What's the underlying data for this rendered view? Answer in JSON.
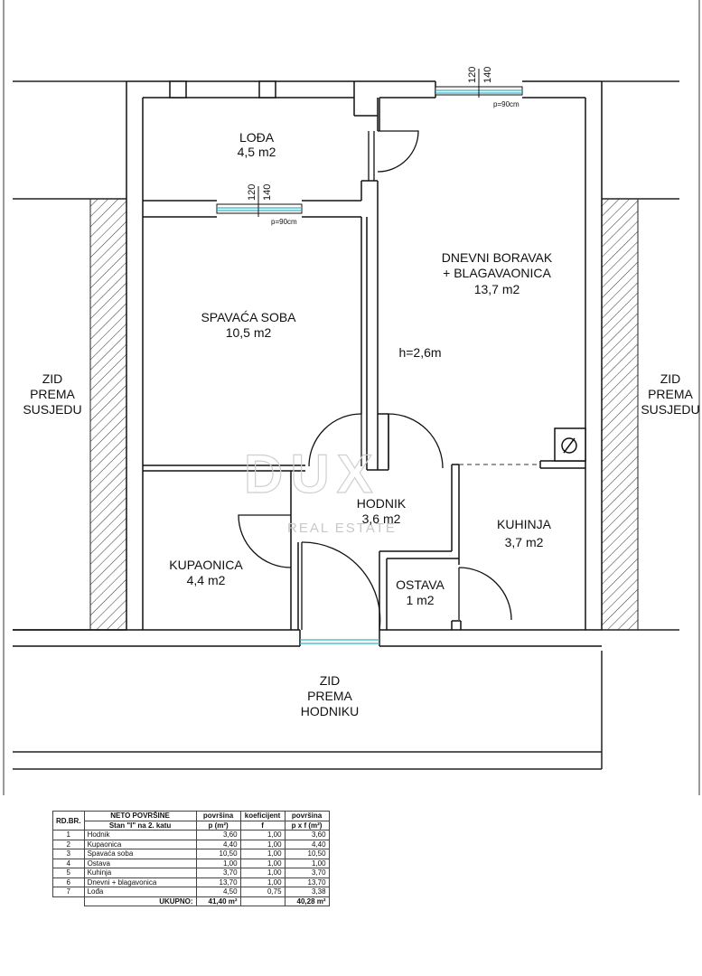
{
  "rooms": [
    {
      "name": "LOĐA",
      "area": "4,5 m2"
    },
    {
      "name": "DNEVNI BORAVAK",
      "name2": "+ BLAGAVAONICA",
      "area": "13,7 m2"
    },
    {
      "name": "SPAVAĆA SOBA",
      "area": "10,5 m2"
    },
    {
      "name": "HODNIK",
      "area": "3,6 m2"
    },
    {
      "name": "KUHINJA",
      "area": "3,7 m2"
    },
    {
      "name": "KUPAONICA",
      "area": "4,4 m2"
    },
    {
      "name": "OSTAVA",
      "area": "1 m2"
    }
  ],
  "height_label": "h=2,6m",
  "windows": [
    {
      "dims": [
        "120",
        "140"
      ],
      "sill": "p=90cm"
    },
    {
      "dims": [
        "120",
        "140"
      ],
      "sill": "p=90cm"
    }
  ],
  "walls": {
    "left": [
      "ZID",
      "PREMA",
      "SUSJEDU"
    ],
    "right": [
      "ZID",
      "PREMA",
      "SUSJEDU"
    ],
    "bottom": [
      "ZID",
      "PREMA",
      "HODNIKU"
    ]
  },
  "watermark": {
    "brand": "DUX",
    "tagline": "REAL ESTATE"
  },
  "table": {
    "col_rd": "RD.BR.",
    "title": "NETO POVRŠINE",
    "subtitle": "Stan \"I\" na 2. katu",
    "col_area_top": "površina",
    "col_coef_top": "koeficijent",
    "col_area2_top": "površina",
    "col_area_unit": "p (m²)",
    "col_coef_unit": "f",
    "col_area2_unit": "p x f (m²)",
    "rows": [
      {
        "no": "1",
        "name": "Hodnik",
        "p": "3,60",
        "f": "1,00",
        "pf": "3,60"
      },
      {
        "no": "2",
        "name": "Kupaonica",
        "p": "4,40",
        "f": "1,00",
        "pf": "4,40"
      },
      {
        "no": "3",
        "name": "Spavaća soba",
        "p": "10,50",
        "f": "1,00",
        "pf": "10,50"
      },
      {
        "no": "4",
        "name": "Ostava",
        "p": "1,00",
        "f": "1,00",
        "pf": "1,00"
      },
      {
        "no": "5",
        "name": "Kuhinja",
        "p": "3,70",
        "f": "1,00",
        "pf": "3,70"
      },
      {
        "no": "6",
        "name": "Dnevni + blagavonica",
        "p": "13,70",
        "f": "1,00",
        "pf": "13,70"
      },
      {
        "no": "7",
        "name": "Lođa",
        "p": "4,50",
        "f": "0,75",
        "pf": "3,38"
      }
    ],
    "total_label": "UKUPNO:",
    "total_p": "41,40 m²",
    "total_pf": "40,28 m²"
  }
}
